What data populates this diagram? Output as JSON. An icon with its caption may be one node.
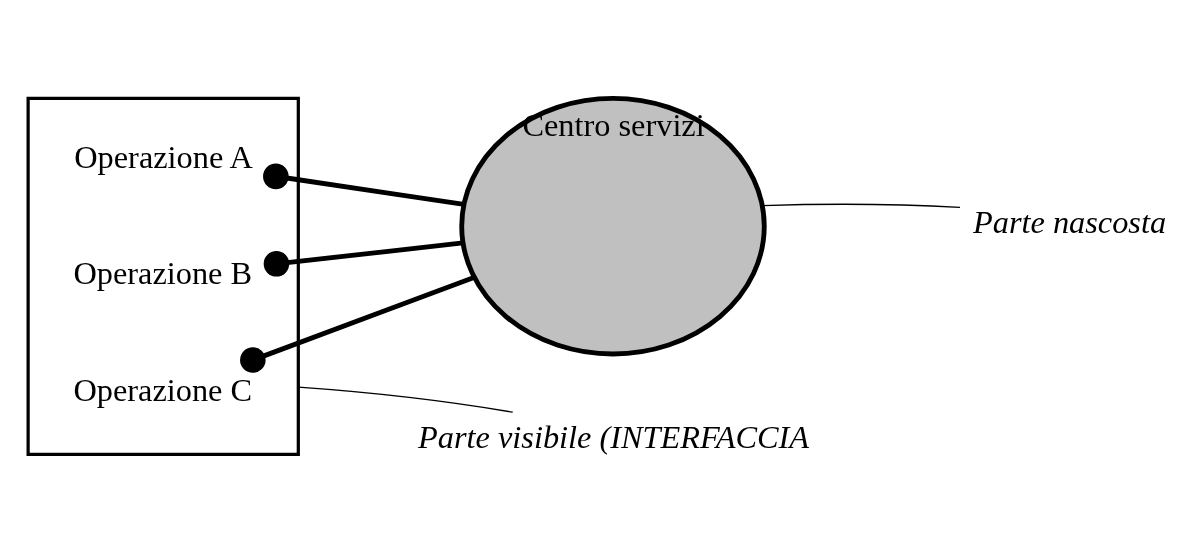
{
  "diagram": {
    "nodes": [
      {
        "text": [],
        "shape": "box"
      },
      {
        "text": [
          "Operazione A"
        ],
        "in": 0
      },
      {
        "text": [
          "Operazione B"
        ],
        "in": 0
      },
      {
        "text": [
          "Operazione C"
        ],
        "in": 0
      },
      {
        "text": [
          "Centro servizi"
        ]
      },
      {
        "text": [
          "Parte nascosta"
        ]
      },
      {
        "text": [
          "Parte visibile (INTERFACCIA"
        ]
      }
    ],
    "edges": [
      {
        "from": 1,
        "to": 4,
        "arrow": "other"
      },
      {
        "from": 2,
        "to": 4,
        "arrow": "other"
      },
      {
        "from": 3,
        "to": 4,
        "arrow": "other"
      },
      {
        "from": 5,
        "to": 4,
        "arrow": "none"
      },
      {
        "from": 6,
        "to": 0,
        "arrow": "none"
      }
    ]
  }
}
